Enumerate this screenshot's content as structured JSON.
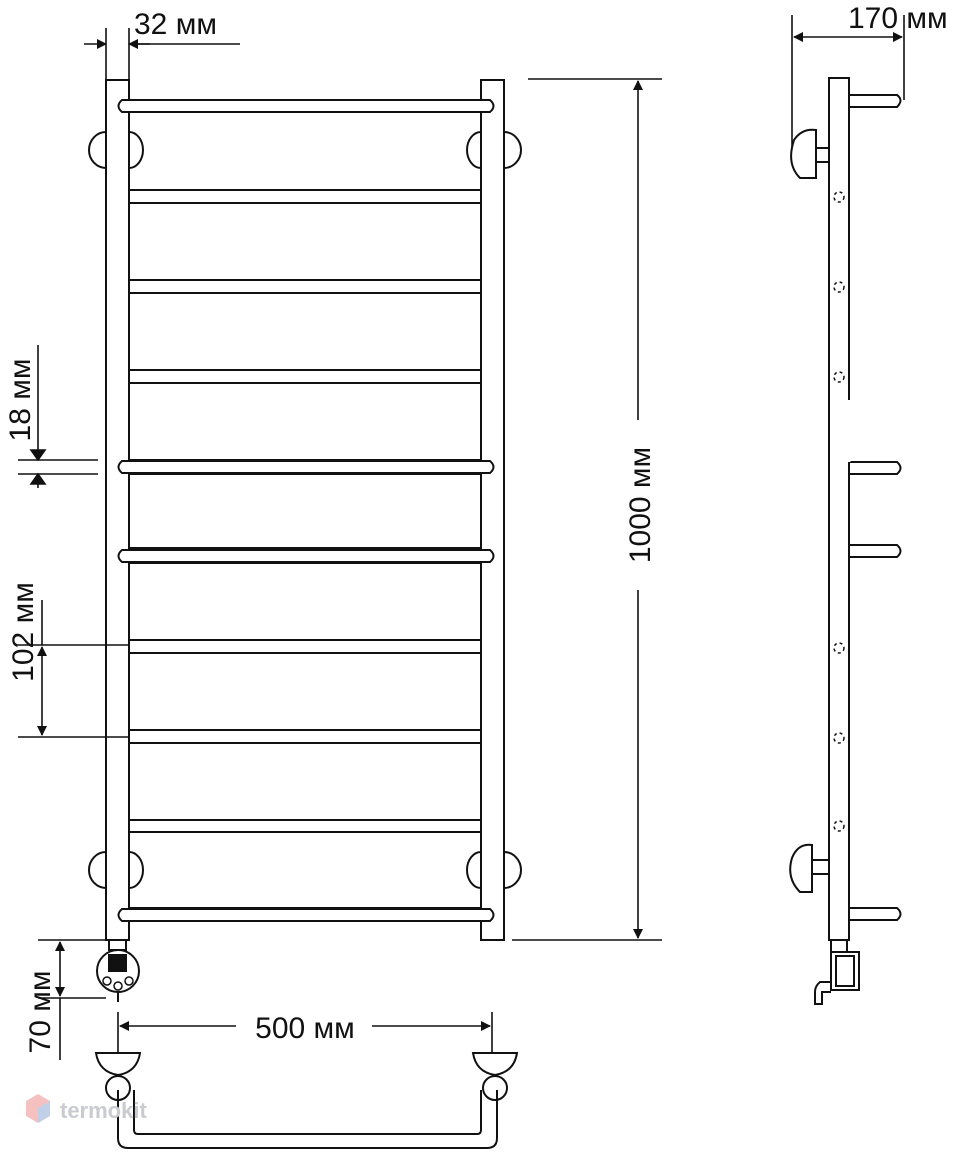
{
  "dimensions": {
    "tube_width": "32 мм",
    "side_depth": "170 мм",
    "rung_thickness": "18 мм",
    "rung_spacing": "102 мм",
    "total_height": "1000 мм",
    "heater_offset": "70 мм",
    "mount_width": "500 мм"
  },
  "watermark": "termokit",
  "colors": {
    "line": "#111111",
    "watermark": "#c9cbd0"
  }
}
